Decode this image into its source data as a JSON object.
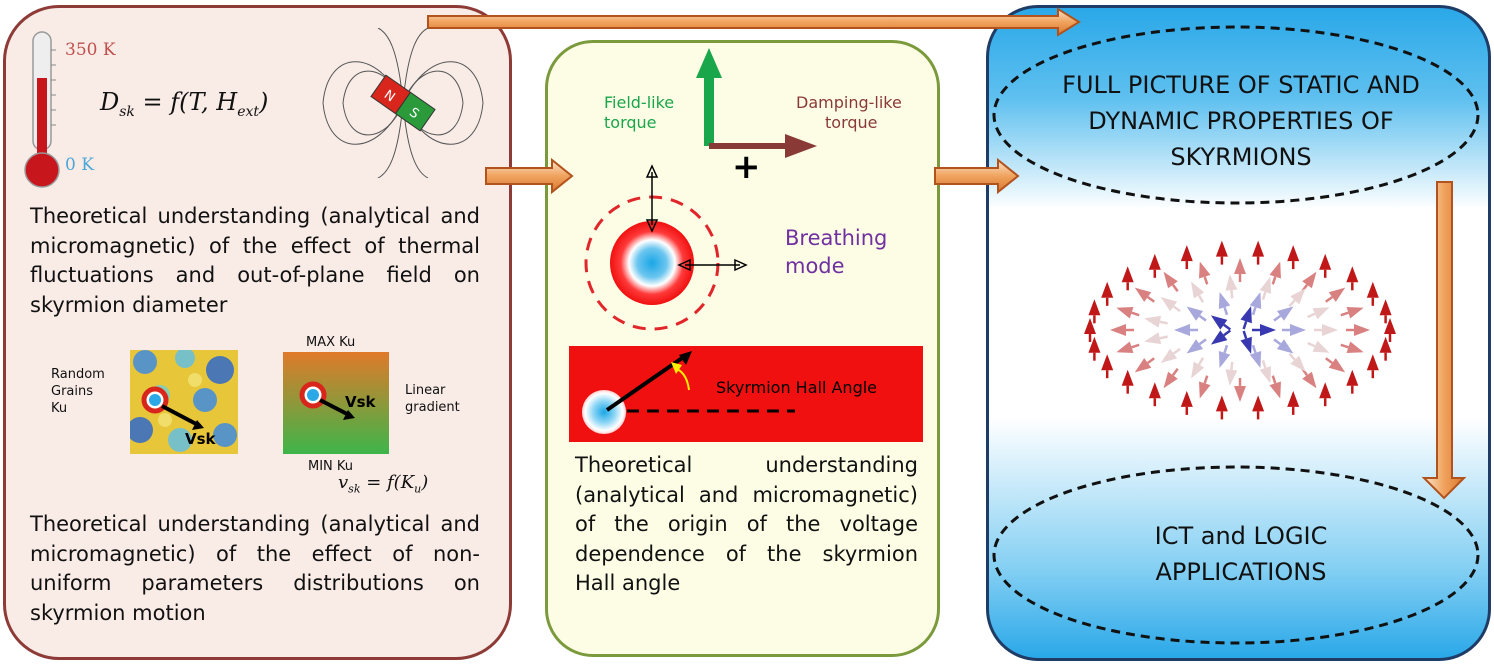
{
  "colors": {
    "left_border": "#8e3b37",
    "left_fill": "#f9ece7",
    "mid_border": "#7a9a3c",
    "mid_fill": "#fdfde6",
    "right_border": "#1f3c66",
    "right_fill": "#2aa8e8",
    "arrow_orange": "#d9772f",
    "torque_field": "#1aa64a",
    "torque_damping": "#8a3a36",
    "breathing": "#7030a0"
  },
  "left": {
    "thermo_high": "350 K",
    "thermo_low": "0 K",
    "equation": "D_sk = f(T, H_ext)",
    "magnet_labels": {
      "n": "N",
      "s": "S"
    },
    "text1": "Theoretical understanding (analytical and micromagnetic) of the effect of thermal fluctuations and out-of-plane field on skyrmion diameter",
    "grains_label": [
      "Random",
      "Grains",
      "Ku"
    ],
    "grains_velocity": "Vsk",
    "gradient_top": "MAX Ku",
    "gradient_bottom": "MIN Ku",
    "gradient_velocity": "Vsk",
    "gradient_label": [
      "Linear",
      "gradient"
    ],
    "equation2": "v_sk = f(K_u)",
    "text2": "Theoretical understanding (analytical and micromagnetic) of the effect of non-uniform parameters distributions on skyrmion motion"
  },
  "middle": {
    "field_like": [
      "Field-",
      "like",
      "torque"
    ],
    "damping_like": [
      "Damping-like",
      "torque"
    ],
    "plus": "+",
    "breathing": [
      "Breathing",
      "mode"
    ],
    "hall_angle": "Skyrmion Hall Angle",
    "text": "Theoretical understanding (analytical and micromagnetic) of the origin of the voltage dependence of the skyrmion Hall angle"
  },
  "right": {
    "top_ellipse": [
      "FULL PICTURE OF STATIC AND",
      "DYNAMIC  PROPERTIES OF",
      "SKYRMIONS"
    ],
    "bottom_ellipse": [
      "ICT and LOGIC",
      "APPLICATIONS"
    ]
  }
}
